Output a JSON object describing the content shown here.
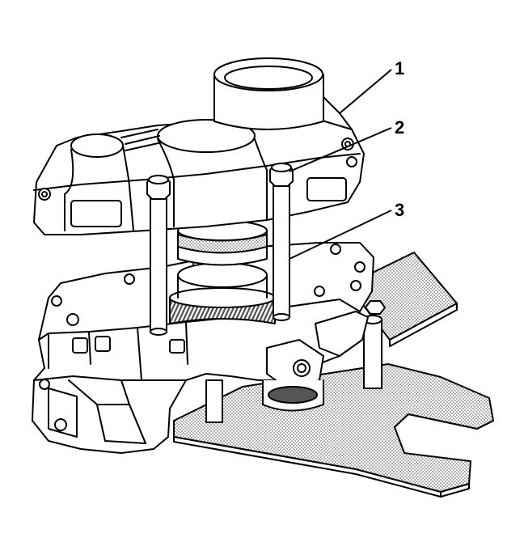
{
  "diagram": {
    "callouts": [
      {
        "id": "callout-1",
        "label": "1"
      },
      {
        "id": "callout-2",
        "label": "2"
      },
      {
        "id": "callout-3",
        "label": "3"
      }
    ],
    "colors": {
      "line": "#000000",
      "fill": "#ffffff",
      "hatch": "#9a9a9a",
      "gear_shade": "#8a8a8a"
    }
  }
}
